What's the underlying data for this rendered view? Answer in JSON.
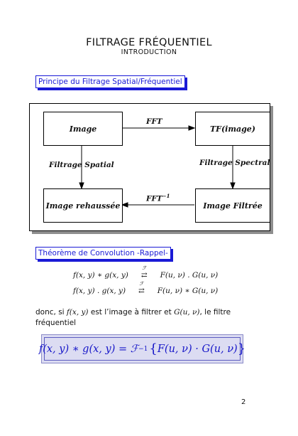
{
  "header": {
    "title": "FILTRAGE FRÉQUENTIEL",
    "subtitle": "INTRODUCTION"
  },
  "sections": [
    {
      "title": "Principe du Filtrage Spatial/Fréquentiel"
    },
    {
      "title": "Théorème de Convolution -Rappel-"
    }
  ],
  "diagram": {
    "nodes": {
      "image": "Image",
      "tf_image": "TF(image)",
      "image_rehaussee": "Image rehaussée",
      "image_filtree": "Image Filtrée"
    },
    "edges": {
      "fft": "FFT",
      "fft_inverse_base": "FFT",
      "fft_inverse_exp": "−1",
      "filtrage_spatial": "Filtrage Spatial",
      "filtrage_spectral": "Filtrage Spectral"
    }
  },
  "convolution": {
    "operator": "ℱ",
    "arrows": "⇄",
    "line1_left": "f(x, y) ∗ g(x, y)",
    "line1_right": "F(u, ν) . G(u, ν)",
    "line2_left": "f(x, y) . g(x, y)",
    "line2_right": "F(u, ν) ∗ G(u, ν)"
  },
  "paragraph": {
    "t1": "donc, si ",
    "m1": "f(x, y)",
    "t2": " est l’image à filtrer et ",
    "m2": "G(u, ν)",
    "t3": ", le filtre fréquentiel"
  },
  "final_equation": {
    "lhs": "f(x, y) ∗ g(x, y) = ℱ",
    "exp": "−1",
    "brace_open": "{",
    "body": "F(u, ν) · G(u, ν)",
    "brace_close": "}"
  },
  "footer": {
    "page_number": "2"
  },
  "colors": {
    "accent_blue": "#1a1ad6",
    "equation_blue": "#1616c8",
    "shadow_gray": "#8e8e8e",
    "box_fill": "#dcdcf2"
  }
}
